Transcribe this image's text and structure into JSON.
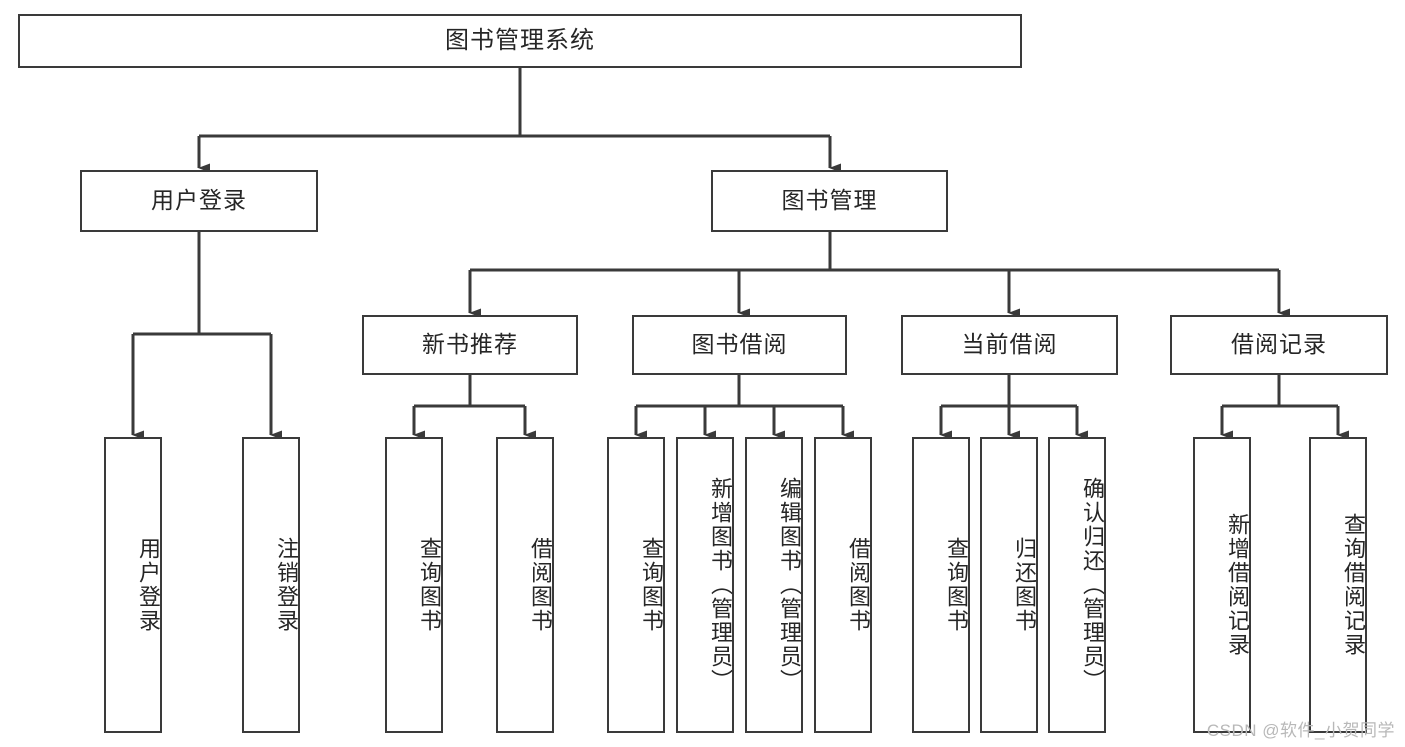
{
  "diagram": {
    "title": "图书管理系统",
    "type": "tree-hierarchy-diagram",
    "watermark": "CSDN @软件_小贺同学",
    "colors": {
      "box_border": "#3a3a3a",
      "box_fill": "#ffffff",
      "connector": "#3a3a3a",
      "text": "#262626",
      "watermark": "#b8b8b8"
    },
    "nodes": {
      "root": {
        "label": "图书管理系统"
      },
      "level2": [
        {
          "id": "user-login",
          "label": "用户登录"
        },
        {
          "id": "book-management",
          "label": "图书管理"
        }
      ],
      "level3": [
        {
          "id": "new-book-recommend",
          "label": "新书推荐"
        },
        {
          "id": "book-borrow",
          "label": "图书借阅"
        },
        {
          "id": "current-borrow",
          "label": "当前借阅"
        },
        {
          "id": "borrow-record",
          "label": "借阅记录"
        }
      ],
      "leaves": {
        "user_login": [
          {
            "id": "leaf-user-login",
            "label": "用户登录"
          },
          {
            "id": "leaf-logout-login",
            "label": "注销登录"
          }
        ],
        "new_book_recommend": [
          {
            "id": "leaf-query-book-1",
            "label": "查询图书"
          },
          {
            "id": "leaf-borrow-book-1",
            "label": "借阅图书"
          }
        ],
        "book_borrow": [
          {
            "id": "leaf-query-book-2",
            "label": "查询图书"
          },
          {
            "id": "leaf-add-book",
            "label": "新增图书（管理员）"
          },
          {
            "id": "leaf-edit-book",
            "label": "编辑图书（管理员）"
          },
          {
            "id": "leaf-borrow-book-2",
            "label": "借阅图书"
          }
        ],
        "current_borrow": [
          {
            "id": "leaf-query-book-3",
            "label": "查询图书"
          },
          {
            "id": "leaf-return-book",
            "label": "归还图书"
          },
          {
            "id": "leaf-confirm-return",
            "label": "确认归还（管理员）"
          }
        ],
        "borrow_record": [
          {
            "id": "leaf-add-record",
            "label": "新增借阅记录"
          },
          {
            "id": "leaf-query-record",
            "label": "查询借阅记录"
          }
        ]
      }
    }
  }
}
